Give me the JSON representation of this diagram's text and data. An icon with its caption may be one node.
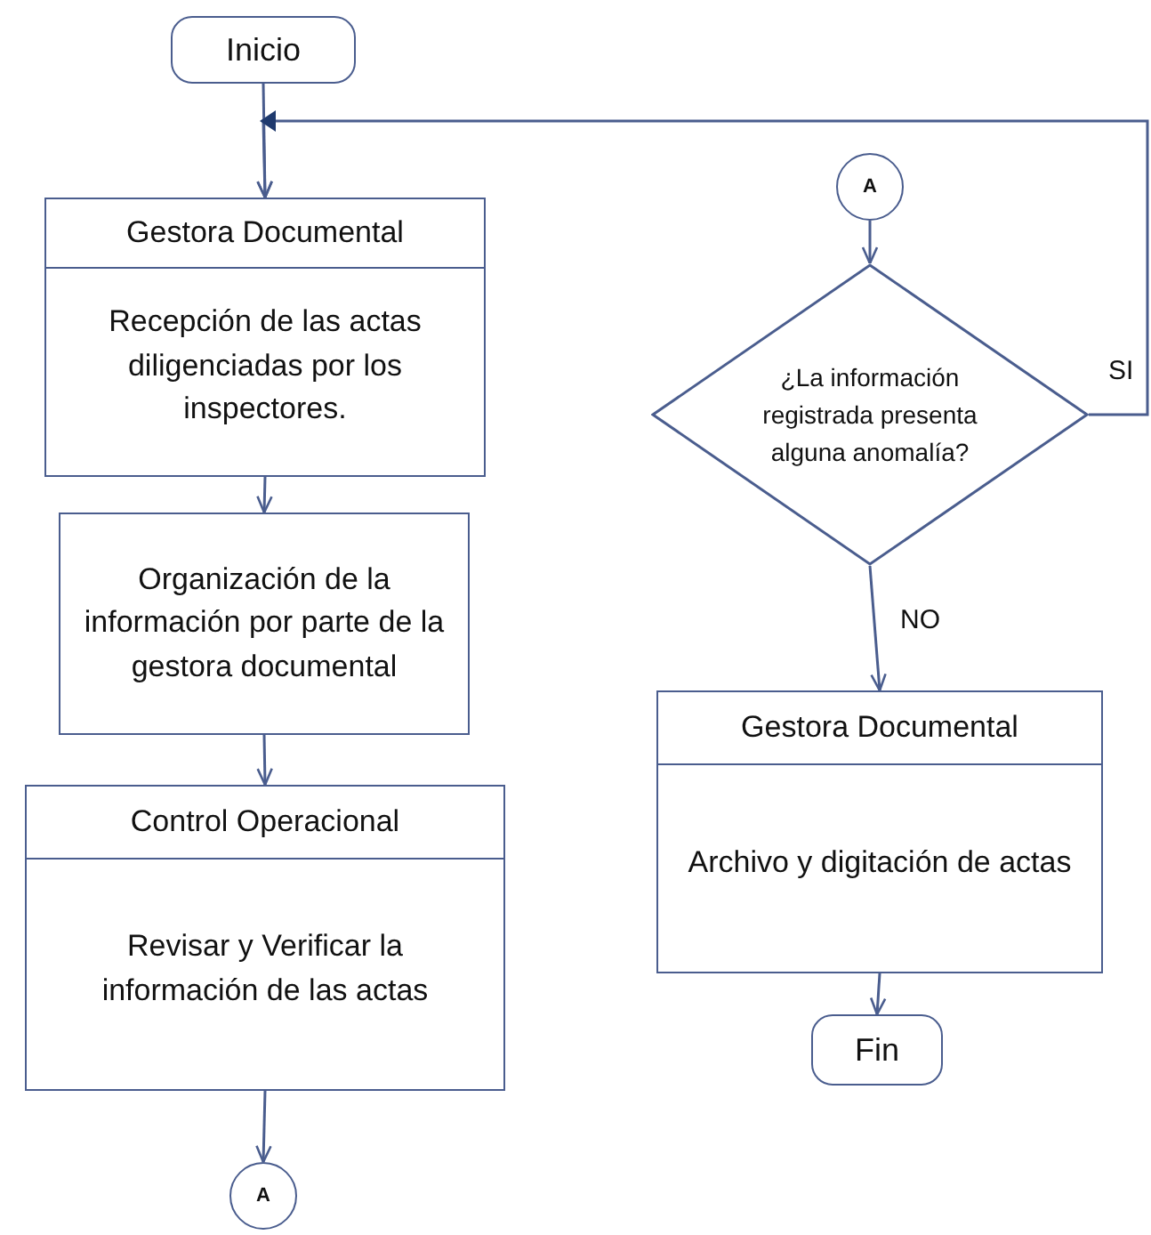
{
  "diagram": {
    "nodes": [
      {
        "text": [
          "Inicio"
        ]
      },
      {
        "text": [
          "Gestora Documental",
          "Recepción de las actas diligenciadas por los inspectores."
        ]
      },
      {
        "text": [
          "Organización de la información por parte de la gestora documental"
        ]
      },
      {
        "text": [
          "Control Operacional",
          "Revisar y Verificar la información de las actas"
        ]
      },
      {
        "text": [
          "A"
        ]
      },
      {
        "text": [
          "A"
        ]
      },
      {
        "text": [
          "¿La información registrada presenta alguna anomalía?"
        ]
      },
      {
        "text": [
          "Gestora Documental",
          "Archivo y digitación de actas"
        ]
      },
      {
        "text": [
          "Fin"
        ]
      }
    ],
    "edges": [
      {
        "from": 0,
        "to": 1,
        "arrow": "to"
      },
      {
        "from": 1,
        "to": 2,
        "arrow": "to"
      },
      {
        "from": 2,
        "to": 3,
        "arrow": "to"
      },
      {
        "from": 3,
        "to": 4,
        "arrow": "to"
      },
      {
        "from": 5,
        "to": 6,
        "arrow": "to"
      },
      {
        "from": 6,
        "to": 1,
        "arrow": "to",
        "label": "SI"
      },
      {
        "from": 6,
        "to": 7,
        "arrow": "to",
        "label": "NO"
      },
      {
        "from": 7,
        "to": 8,
        "arrow": "to"
      }
    ]
  }
}
